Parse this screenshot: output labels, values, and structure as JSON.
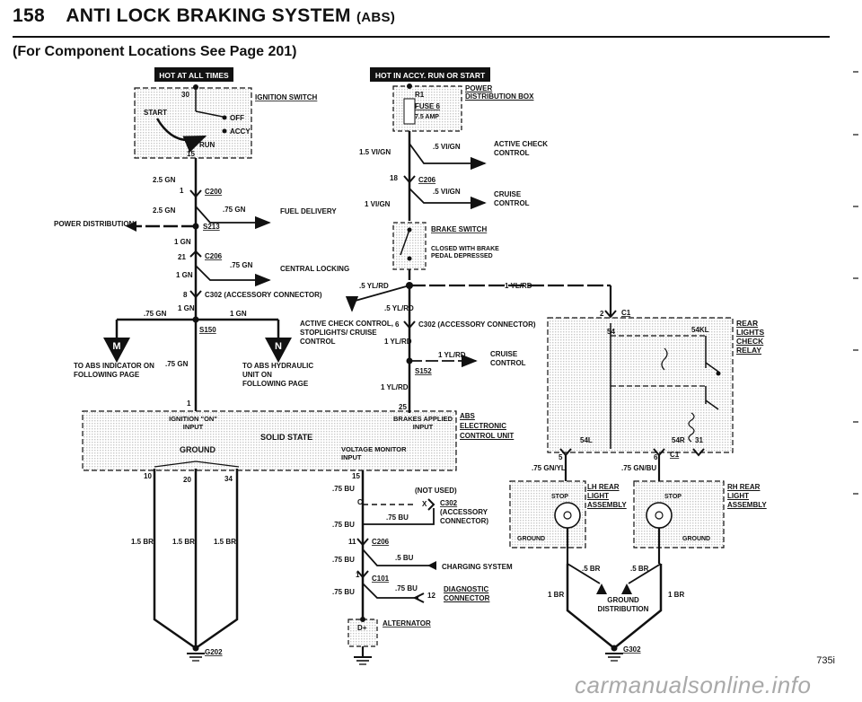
{
  "header": {
    "page_number": "158",
    "title": "ANTI LOCK BRAKING SYSTEM",
    "abbr": "(ABS)"
  },
  "subtitle": "(For Component Locations See Page 201)",
  "banners": {
    "hot_at_all_times": "HOT AT ALL TIMES",
    "hot_in_accy": "HOT IN ACCY. RUN OR START"
  },
  "labels": {
    "ignition_switch": "IGNITION SWITCH",
    "sw_30": "30",
    "sw_start": "START",
    "sw_off": "OFF",
    "sw_accy": "ACCY",
    "sw_run": "RUN",
    "sw_15": "15",
    "w_25gn_1": "2.5 GN",
    "pin_1a": "1",
    "c200": "C200",
    "w_25gn_2": "2.5 GN",
    "w_75gn_fuel": ".75 GN",
    "fuel_delivery": "FUEL DELIVERY",
    "power_distribution_left": "POWER DISTRIBUTION",
    "s213": "S213",
    "w_1gn_a": "1 GN",
    "pin_21": "21",
    "c206_left": "C206",
    "w_75gn_cl": ".75 GN",
    "central_locking": "CENTRAL LOCKING",
    "w_1gn_b": "1 GN",
    "pin_8": "8",
    "c302_left": "C302 (ACCESSORY CONNECTOR)",
    "w_1gn_c": "1 GN",
    "w_75gn_m": ".75 GN",
    "w_1gn_d": "1 GN",
    "s150": "S150",
    "m_letter": "M",
    "n_letter": "N",
    "to_abs_indicator": "TO ABS INDICATOR ON FOLLOWING PAGE",
    "w_75gn_mid": ".75 GN",
    "to_abs_hydraulic": "TO ABS HYDRAULIC UNIT ON FOLLOWING PAGE",
    "pin_1b": "1",
    "ign_on_input": "IGNITION \"ON\" INPUT",
    "solid_state": "SOLID STATE",
    "ground": "GROUND",
    "voltage_monitor": "VOLTAGE MONITOR INPUT",
    "brakes_applied": "BRAKES APPLIED INPUT",
    "abs_ecu": "ABS ELECTRONIC CONTROL UNIT",
    "pin_10": "10",
    "pin_20": "20",
    "pin_34": "34",
    "w_15br_1": "1.5 BR",
    "w_15br_2": "1.5 BR",
    "w_15br_3": "1.5 BR",
    "g202": "G202",
    "r1": "R1",
    "fuse6": "FUSE 6",
    "amp75": "7.5 AMP",
    "power_distribution_box": "POWER DISTRIBUTION BOX",
    "w_15vign": "1.5 VI/GN",
    "w_5vign_a": ".5 VI/GN",
    "active_check_control": "ACTIVE CHECK CONTROL",
    "pin_18": "18",
    "c206_mid": "C206",
    "w_1vign": "1 VI/GN",
    "w_5vign_b": ".5 VI/GN",
    "cruise_control_top": "CRUISE CONTROL",
    "brake_switch": "BRAKE SWITCH",
    "closed_with": "CLOSED WITH BRAKE PEDAL DEPRESSED",
    "w_5ylrd_a": ".5 YL/RD",
    "w_1ylrd_top": "1 YL/RD",
    "w_5ylrd_b": ".5 YL/RD",
    "active_check_stop": "ACTIVE CHECK CONTROL, STOPLIGHTS/ CRUISE CONTROL",
    "pin_6": "6",
    "c302_mid": "C302 (ACCESSORY CONNECTOR)",
    "w_1ylrd_a": "1 YL/RD",
    "w_1ylrd_b": "1 YL/RD",
    "cruise_control_mid": "CRUISE CONTROL",
    "s152": "S152",
    "w_1ylrd_c": "1 YL/RD",
    "pin_25": "25",
    "pin_15": "15",
    "w_75bu_a": ".75 BU",
    "not_used": "(NOT USED)",
    "c302_low": "C302",
    "accessory_connector": "(ACCESSORY CONNECTOR)",
    "w_75bu_x": ".75 BU",
    "w_75bu_b": ".75 BU",
    "pin_11": "11",
    "c206_low": "C206",
    "w_75bu_c": ".75 BU",
    "w_5bu": ".5 BU",
    "charging_system": "CHARGING SYSTEM",
    "pin_1c": "1",
    "c101": "C101",
    "w_75bu_d": ".75 BU",
    "w_75bu_e": ".75 BU",
    "pin_12": "12",
    "diagnostic_connector": "DIAGNOSTIC CONNECTOR",
    "d_plus": "D+",
    "alternator": "ALTERNATOR",
    "pin_2": "2",
    "c1_top": "C1",
    "k54": "54",
    "k54kl": "54KL",
    "rear_lights": "REAR LIGHTS CHECK RELAY",
    "k5": "5",
    "k54l": "54L",
    "k54r": "54R",
    "k31": "31",
    "k6": "6",
    "c1_bot": "C1",
    "w_75gnyl": ".75 GN/YL",
    "w_75gnbu": ".75 GN/BU",
    "stop_l": "STOP",
    "stop_r": "STOP",
    "lh_rear": "LH REAR LIGHT ASSEMBLY",
    "rh_rear": "RH REAR LIGHT ASSEMBLY",
    "ground_l": "GROUND",
    "ground_r": "GROUND",
    "w_5br_l": ".5 BR",
    "w_5br_r": ".5 BR",
    "w_1br_l": "1 BR",
    "w_1br_r": "1 BR",
    "ground_distribution": "GROUND DISTRIBUTION",
    "g302": "G302"
  },
  "footer": "735i",
  "watermark": "carmanualsonline.info",
  "colors": {
    "ink": "#111111",
    "shade": "#d6d6d6",
    "watermark": "#a9a9a9"
  }
}
